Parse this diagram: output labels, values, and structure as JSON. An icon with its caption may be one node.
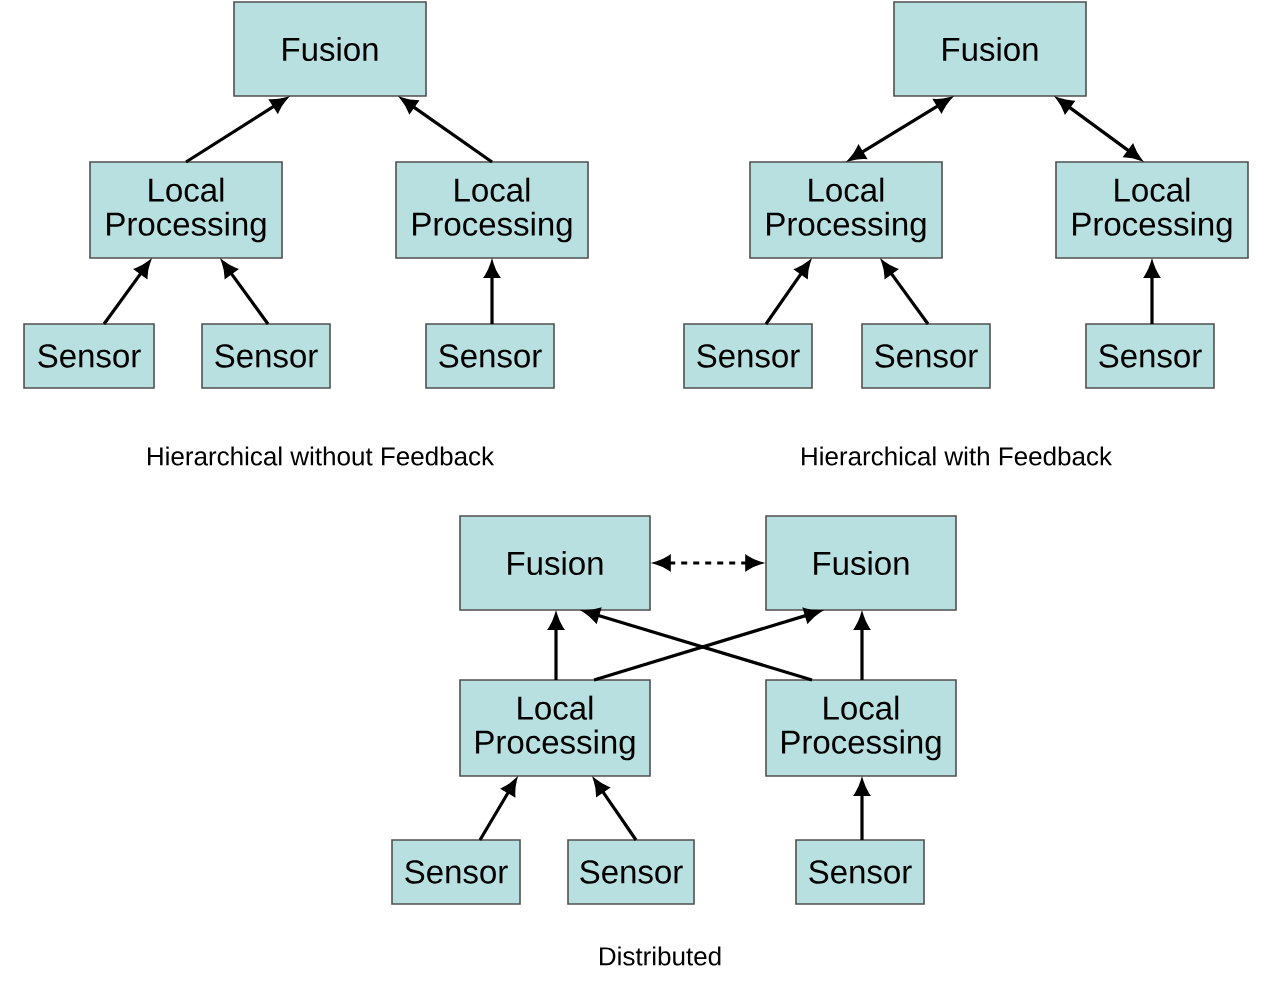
{
  "diagram": {
    "nodes": [
      {
        "text": [
          "Fusion"
        ]
      },
      {
        "text": [
          "Local Processing"
        ]
      },
      {
        "text": [
          "Local Processing"
        ]
      },
      {
        "text": [
          "Sensor"
        ]
      },
      {
        "text": [
          "Sensor"
        ]
      },
      {
        "text": [
          "Sensor"
        ]
      },
      {
        "text": [
          "Fusion"
        ]
      },
      {
        "text": [
          "Local Processing"
        ]
      },
      {
        "text": [
          "Local Processing"
        ]
      },
      {
        "text": [
          "Sensor"
        ]
      },
      {
        "text": [
          "Sensor"
        ]
      },
      {
        "text": [
          "Sensor"
        ]
      },
      {
        "text": [
          "Fusion"
        ]
      },
      {
        "text": [
          "Fusion"
        ]
      },
      {
        "text": [
          "Local Processing"
        ]
      },
      {
        "text": [
          "Local Processing"
        ]
      },
      {
        "text": [
          "Sensor"
        ]
      },
      {
        "text": [
          "Sensor"
        ]
      },
      {
        "text": [
          "Sensor"
        ]
      }
    ],
    "edges": [
      {
        "from": 1,
        "to": 0,
        "arrow": "to"
      },
      {
        "from": 2,
        "to": 0,
        "arrow": "to"
      },
      {
        "from": 3,
        "to": 1,
        "arrow": "to"
      },
      {
        "from": 4,
        "to": 1,
        "arrow": "to"
      },
      {
        "from": 5,
        "to": 2,
        "arrow": "to"
      },
      {
        "from": 7,
        "to": 6,
        "arrow": "both"
      },
      {
        "from": 8,
        "to": 6,
        "arrow": "both"
      },
      {
        "from": 9,
        "to": 7,
        "arrow": "to"
      },
      {
        "from": 10,
        "to": 7,
        "arrow": "to"
      },
      {
        "from": 11,
        "to": 8,
        "arrow": "to"
      },
      {
        "from": 12,
        "to": 13,
        "arrow": "both",
        "style": "dashed"
      },
      {
        "from": 14,
        "to": 12,
        "arrow": "to"
      },
      {
        "from": 14,
        "to": 13,
        "arrow": "to"
      },
      {
        "from": 15,
        "to": 12,
        "arrow": "to"
      },
      {
        "from": 15,
        "to": 13,
        "arrow": "to"
      },
      {
        "from": 16,
        "to": 14,
        "arrow": "to"
      },
      {
        "from": 17,
        "to": 14,
        "arrow": "to"
      },
      {
        "from": 18,
        "to": 15,
        "arrow": "to"
      }
    ],
    "labels": [
      "Hierarchical without Feedback",
      "Hierarchical with Feedback",
      "Distributed"
    ]
  }
}
